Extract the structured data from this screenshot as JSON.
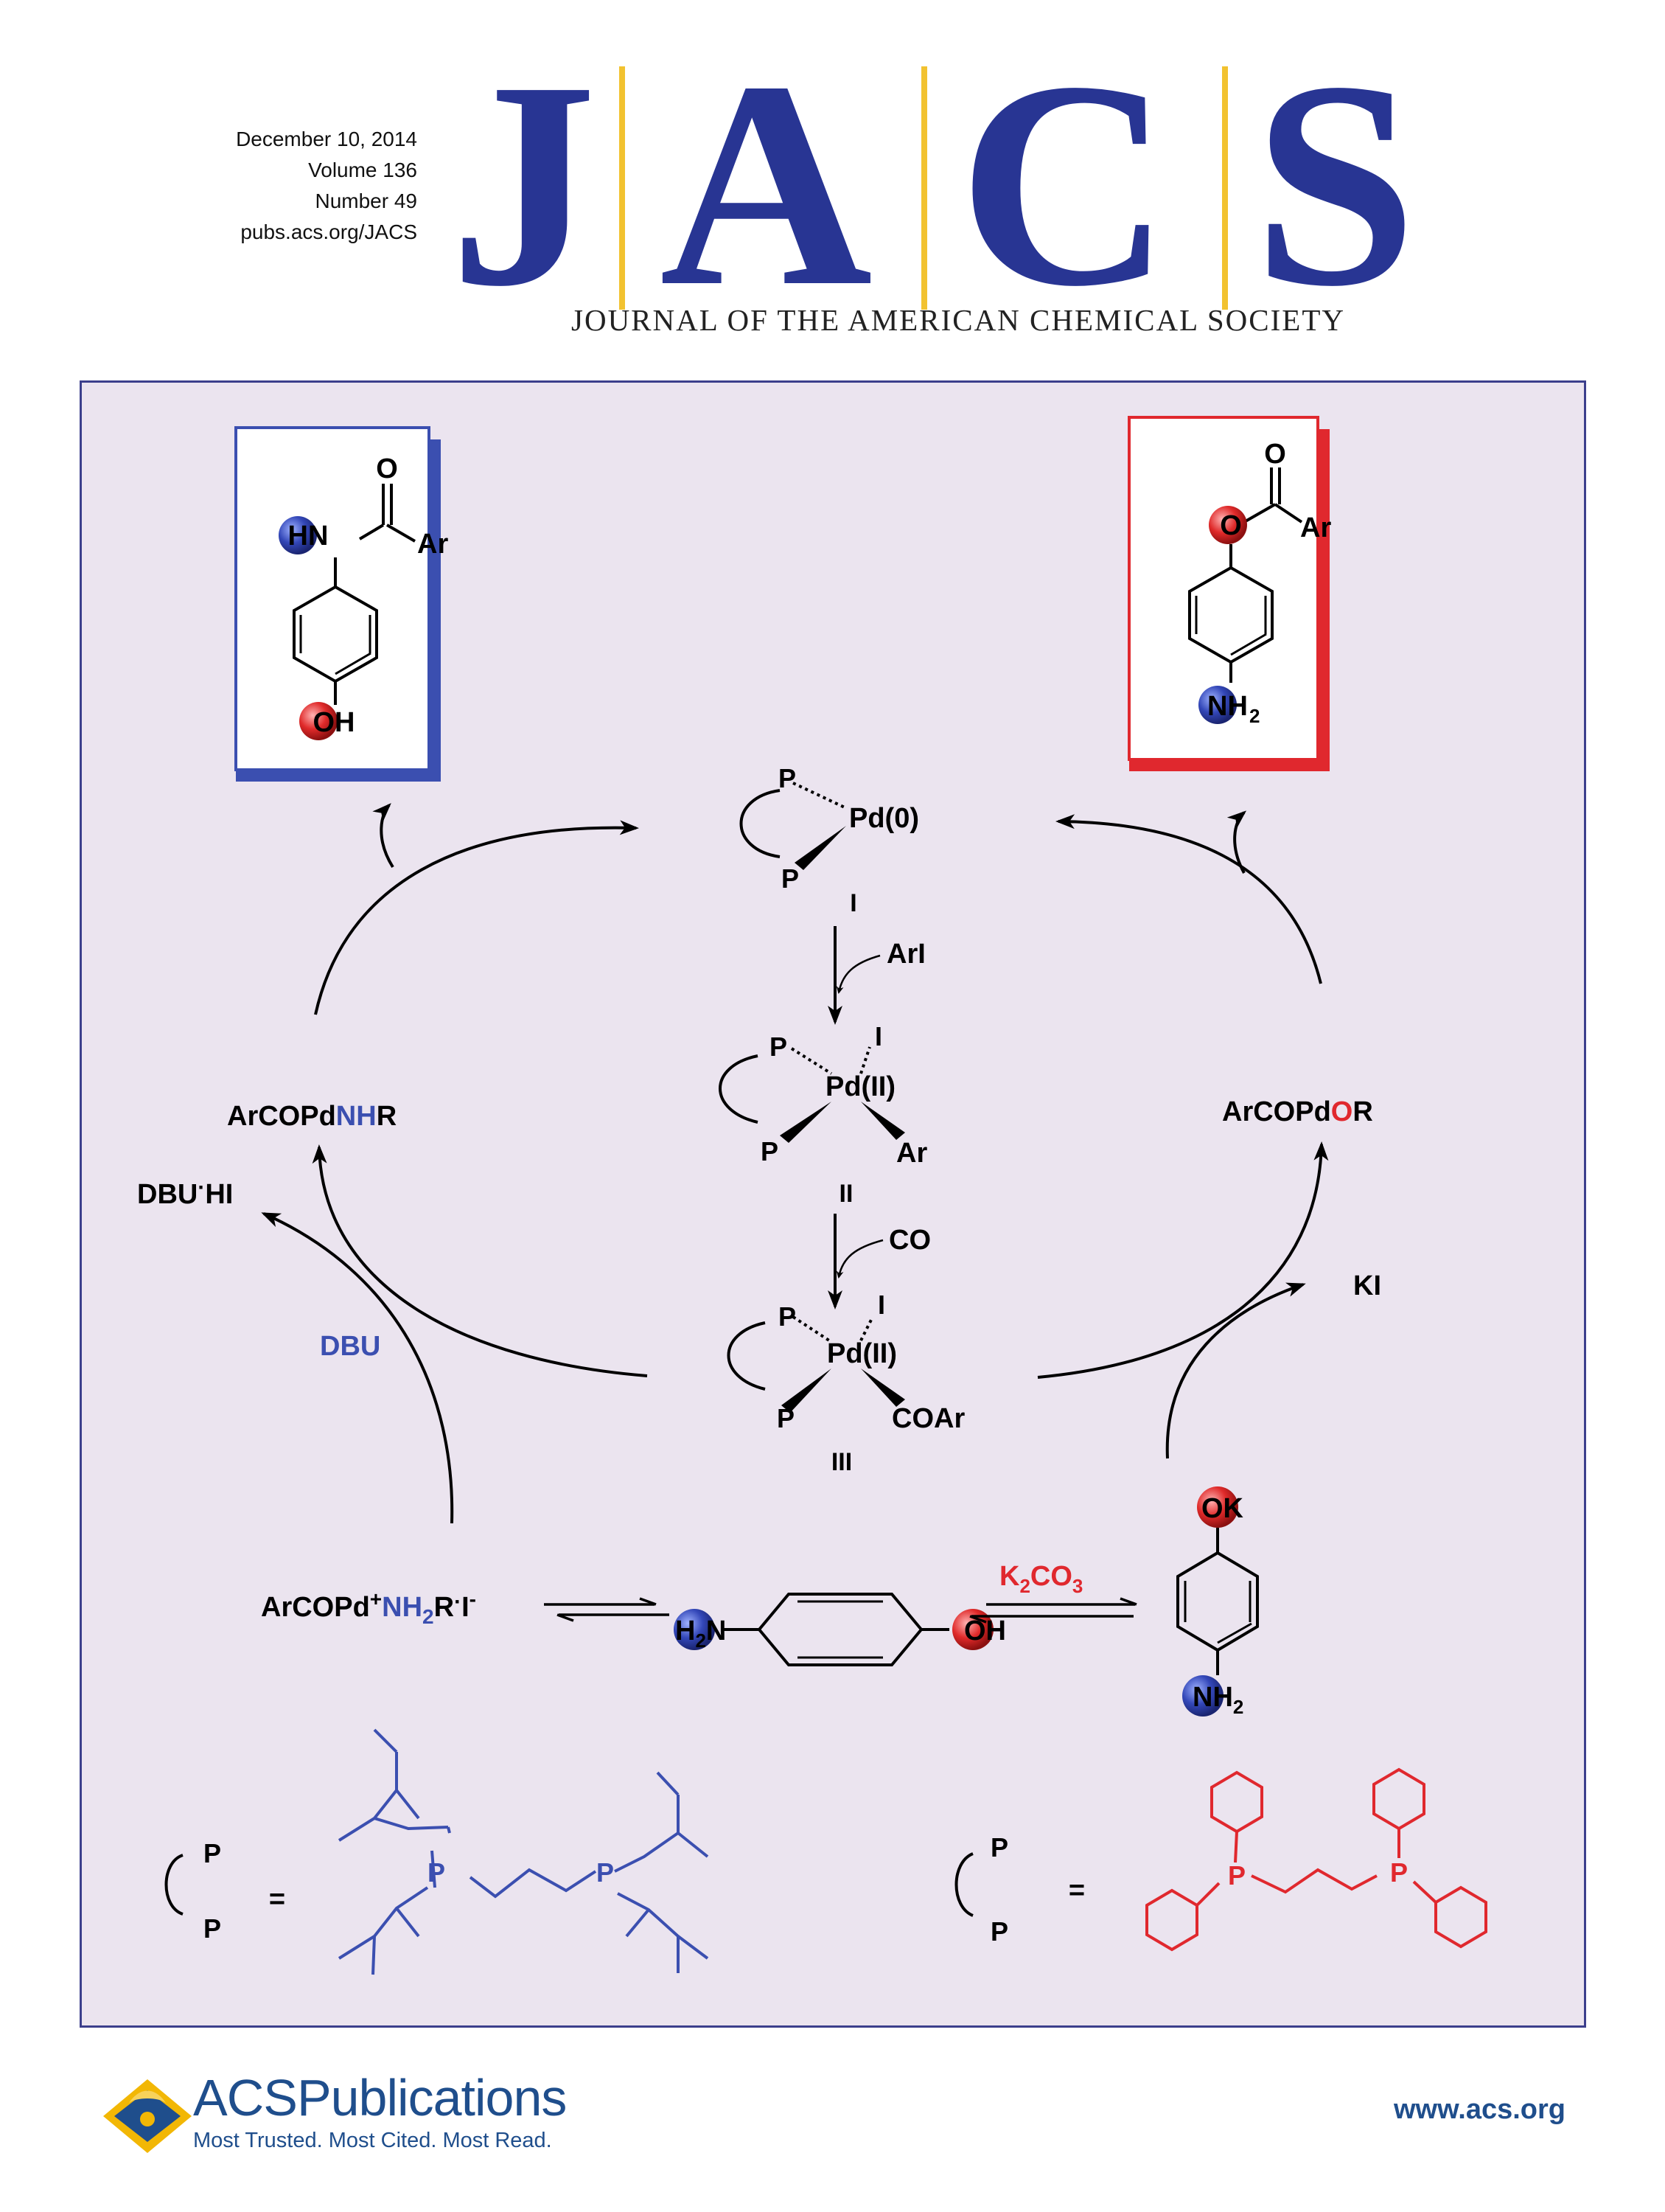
{
  "issue": {
    "date": "December 10, 2014",
    "volume": "Volume 136",
    "number": "Number 49",
    "url": "pubs.acs.org/JACS"
  },
  "masthead": {
    "letters": [
      "J",
      "A",
      "C",
      "S"
    ],
    "subtitle": "JOURNAL OF THE AMERICAN CHEMICAL SOCIETY",
    "brand_color": "#283593",
    "bar_color": "#f2c230"
  },
  "scheme": {
    "product_left": {
      "hn": "HN",
      "ar": "Ar",
      "o": "O",
      "oh": "OH"
    },
    "product_right": {
      "o_top": "O",
      "o": "O",
      "ar": "Ar",
      "nh": "NH",
      "sub2": "2"
    },
    "pd0": {
      "p1": "P",
      "p2": "P",
      "metal": "Pd(0)",
      "label": "I"
    },
    "step1_reagent": "ArI",
    "pd2": {
      "p1": "P",
      "p2": "P",
      "i": "I",
      "metal": "Pd(II)",
      "ar": "Ar",
      "label": "II"
    },
    "step2_reagent": "CO",
    "pd3": {
      "p1": "P",
      "p2": "P",
      "i": "I",
      "metal": "Pd(II)",
      "coar": "COAr",
      "label": "III"
    },
    "left_int": {
      "a": "ArCOPd",
      "b": "NH",
      "c": "R"
    },
    "right_int": {
      "a": "ArCOPd",
      "b": "O",
      "c": "R"
    },
    "dbu_hi": {
      "a": "DBU",
      "dot": "·",
      "b": "HI"
    },
    "dbu": "DBU",
    "ki": "KI",
    "ammonium": {
      "a": "ArCOPd",
      "plus": "+",
      "b": "NH",
      "sub": "2",
      "c": "R",
      "dot": "·",
      "d": "I",
      "minus": "-"
    },
    "aminophenol": {
      "h": "H",
      "sub": "2",
      "n": "N",
      "oh": "OH"
    },
    "k2co3": {
      "k": "K",
      "s1": "2",
      "co": "CO",
      "s2": "3"
    },
    "phenoxide": {
      "ok": "OK",
      "nh": "NH",
      "sub": "2"
    },
    "ligand_left": {
      "p1": "P",
      "p2": "P",
      "eq": "=",
      "pa": "P",
      "pb": "P"
    },
    "ligand_right": {
      "p1": "P",
      "p2": "P",
      "eq": "=",
      "pa": "P",
      "pb": "P"
    },
    "colors": {
      "blue": "#3b4fb0",
      "red": "#e0282e",
      "panel": "#ebe4ef"
    }
  },
  "footer": {
    "acs": "ACS",
    "publications": "Publications",
    "tagline": "Most Trusted. Most Cited. Most Read.",
    "website": "www.acs.org"
  }
}
